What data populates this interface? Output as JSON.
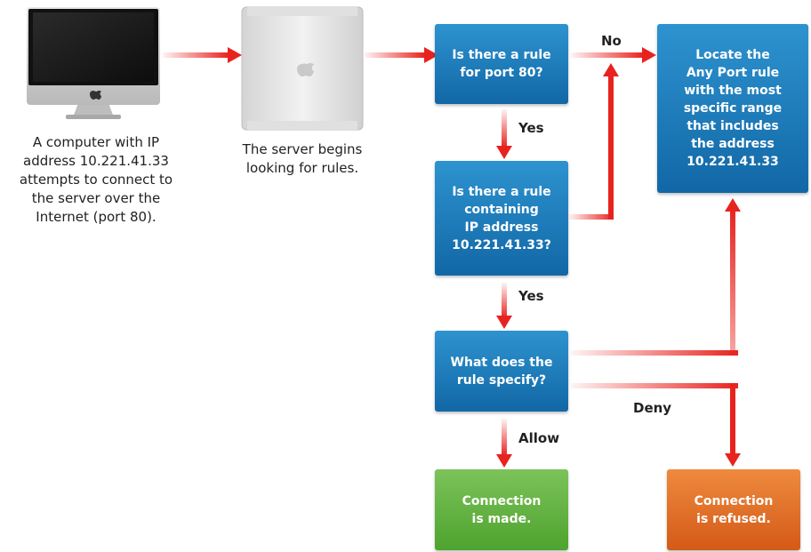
{
  "captions": {
    "computer": "A computer with IP\naddress 10.221.41.33\nattempts to connect to\nthe server over the\nInternet (port 80).",
    "server": "The server begins\nlooking for rules."
  },
  "boxes": {
    "rule_port": "Is there a rule\nfor port 80?",
    "rule_ip": "Is there a rule\ncontaining\nIP address\n10.221.41.33?",
    "specify": "What does the\nrule specify?",
    "any_port": "Locate the\nAny Port rule\nwith the most\nspecific range\nthat includes\nthe address\n10.221.41.33",
    "made": "Connection\nis made.",
    "refused": "Connection\nis refused."
  },
  "labels": {
    "no": "No",
    "yes1": "Yes",
    "yes2": "Yes",
    "allow": "Allow",
    "deny": "Deny"
  },
  "colors": {
    "arrow": "#e8231f",
    "box_blue": "#1a7cc1",
    "box_green": "#5cb13a",
    "box_orange": "#de6a22"
  }
}
